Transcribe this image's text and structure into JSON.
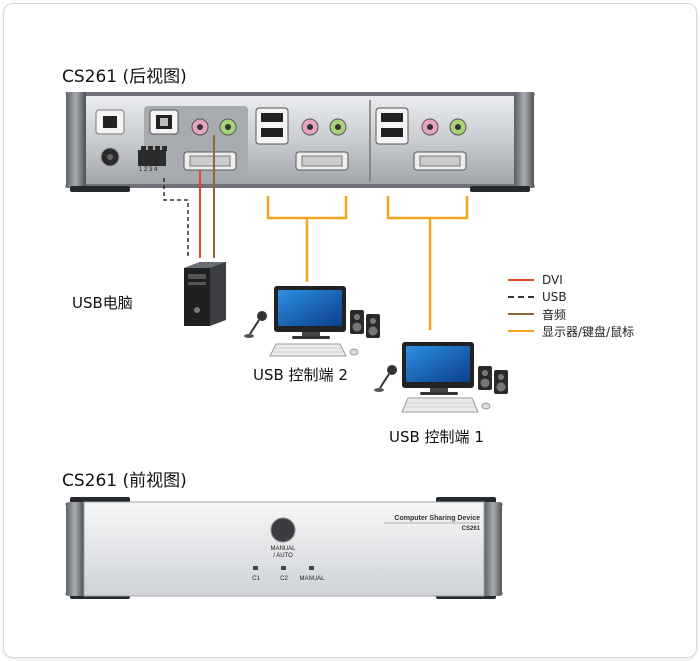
{
  "rear_title": "CS261 (后视图)",
  "front_title": "CS261 (前视图)",
  "labels": {
    "usb_pc": "USB电脑",
    "console2": "USB 控制端 2",
    "console1": "USB 控制端 1"
  },
  "legend": [
    {
      "label": "DVI",
      "color": "#e0472b",
      "style": "solid"
    },
    {
      "label": "USB",
      "color": "#333333",
      "style": "dashed"
    },
    {
      "label": "音频",
      "color": "#8a6a3c",
      "style": "solid"
    },
    {
      "label": "显示器/键盘/鼠标",
      "color": "#f2a51c",
      "style": "solid"
    }
  ],
  "front_panel": {
    "brand": "Computer Sharing Device",
    "model": "CS261",
    "button_label_1": "MANUAL",
    "button_label_2": "/ AUTO",
    "led_c1": "C1",
    "led_c2": "C2",
    "led_manual": "MANUAL"
  },
  "rear_panel": {
    "port_numbers": "1 2 3 4"
  }
}
